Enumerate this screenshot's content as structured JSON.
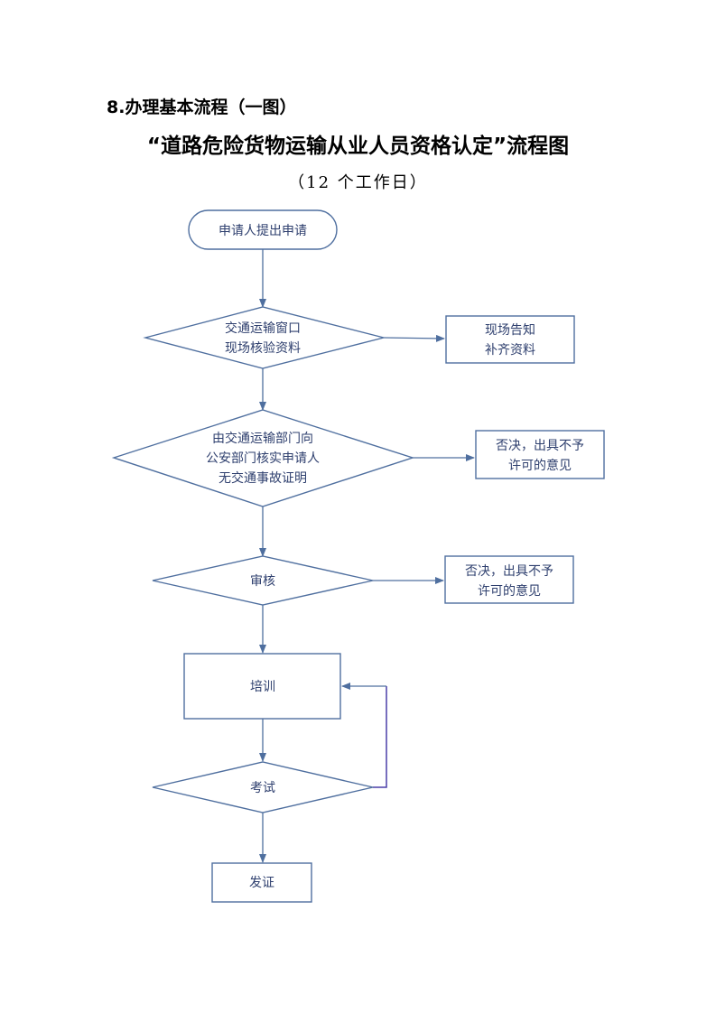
{
  "heading": "8.办理基本流程（一图）",
  "title": "“道路危险货物运输从业人员资格认定”流程图",
  "subtitle": "（12 个工作日）",
  "colors": {
    "shape_stroke": "#4f6f9f",
    "text": "#2e3f6e",
    "loop_line": "#4a3fa8",
    "arrow": "#4f6f9f"
  },
  "nodes": {
    "start": {
      "line1": "申请人提出申请"
    },
    "check_docs": {
      "line1": "交通运输窗口",
      "line2": "现场核验资料"
    },
    "notify_supplement": {
      "line1": "现场告知",
      "line2": "补齐资料"
    },
    "police_verify": {
      "line1": "由交通运输部门向",
      "line2": "公安部门核实申请人",
      "line3": "无交通事故证明"
    },
    "reject_1": {
      "line1": "否决，出具不予",
      "line2": "许可的意见"
    },
    "review": {
      "line1": "审核"
    },
    "reject_2": {
      "line1": "否决，出具不予",
      "line2": "许可的意见"
    },
    "training": {
      "line1": "培训"
    },
    "exam": {
      "line1": "考试"
    },
    "certificate": {
      "line1": "发证"
    }
  }
}
